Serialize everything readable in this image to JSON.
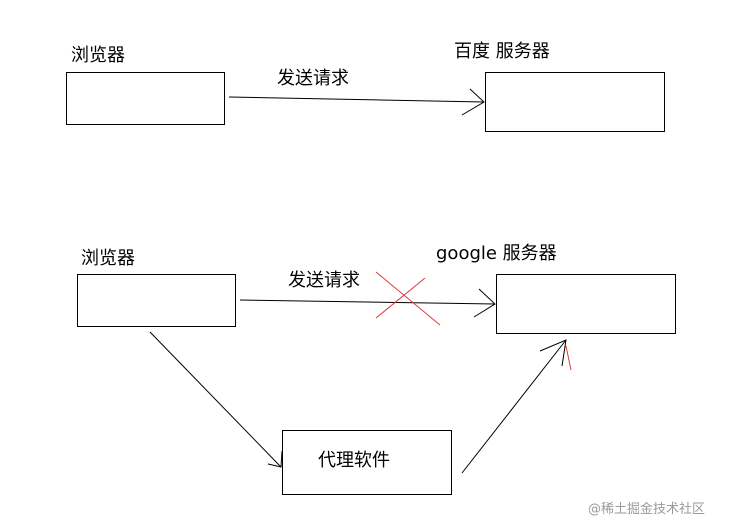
{
  "top": {
    "browser_label": "浏览器",
    "server_label": "百度 服务器",
    "request_label": "发送请求"
  },
  "bottom": {
    "browser_label": "浏览器",
    "server_label": "google 服务器",
    "request_label": "发送请求",
    "proxy_label": "代理软件"
  },
  "watermark": "@稀土掘金技术社区",
  "colors": {
    "line": "#000000",
    "cross": "#e0393e",
    "watermark": "#9a9a9a"
  }
}
